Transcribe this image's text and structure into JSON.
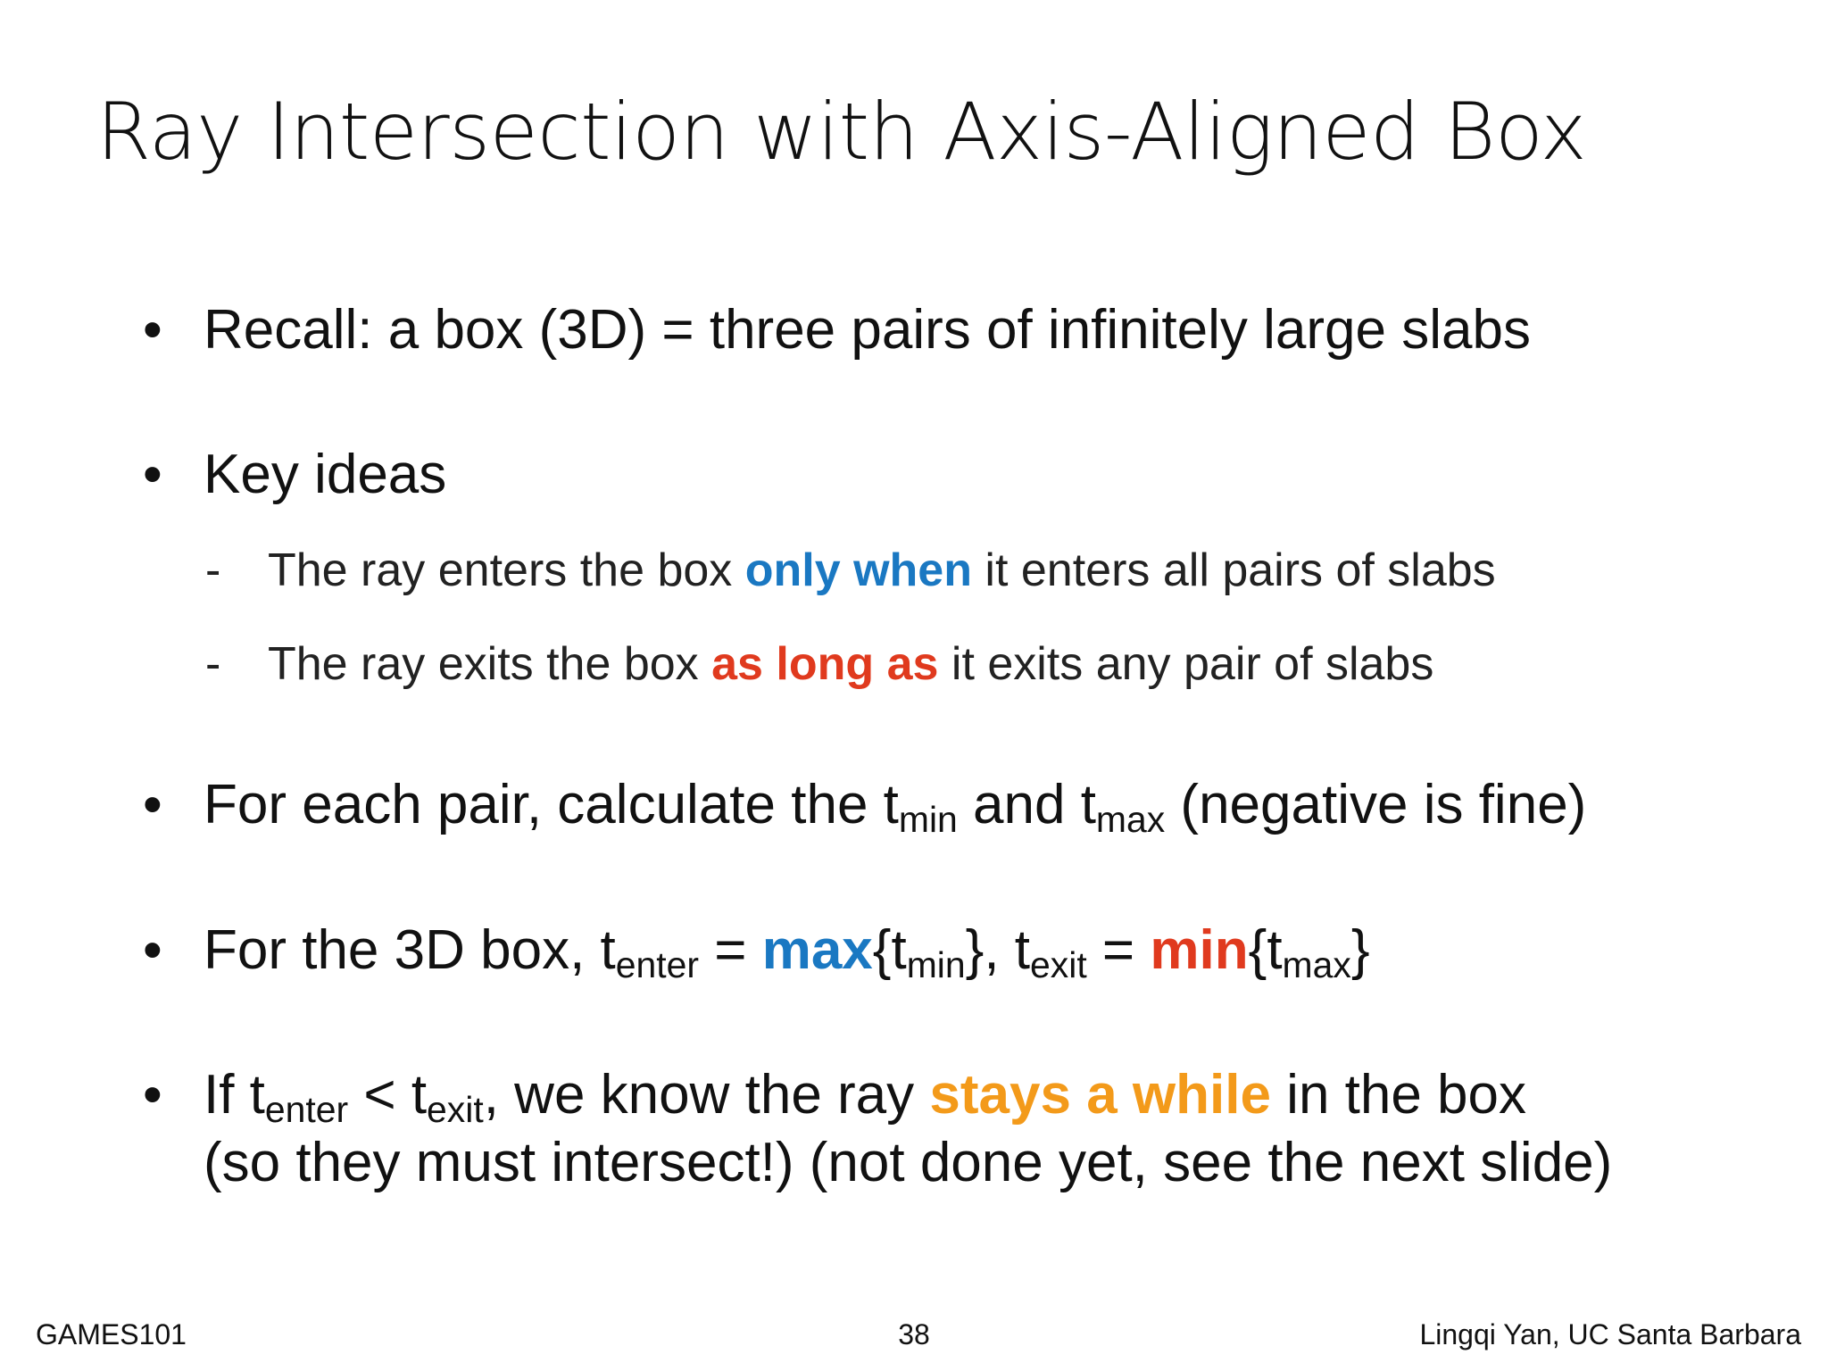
{
  "slide": {
    "title": "Ray Intersection with Axis-Aligned Box",
    "bullets": {
      "recall": "Recall: a box (3D) = three pairs of infinitely large slabs",
      "key_ideas": "Key ideas",
      "sub1": {
        "pre": "The ray enters the box ",
        "highlight": "only when",
        "post": " it enters all pairs of slabs"
      },
      "sub2": {
        "pre": "The ray exits the box ",
        "highlight": "as long as",
        "post": " it exits any pair of slabs"
      },
      "each_pair": {
        "pre": "For each pair, calculate the t",
        "sub_min": "min",
        "mid": " and t",
        "sub_max": "max",
        "post": " (negative is fine)"
      },
      "box3d": {
        "pre": "For the 3D box, t",
        "sub_enter": "enter",
        "eq1": " = ",
        "max_word": "max",
        "brace1_open": "{t",
        "sub_min": "min",
        "brace1_close": "}, t",
        "sub_exit": "exit",
        "eq2": " = ",
        "min_word": "min",
        "brace2_open": "{t",
        "sub_max": "max",
        "brace2_close": "}"
      },
      "condition": {
        "pre": "If t",
        "sub_enter": "enter",
        "lt": " < t",
        "sub_exit": "exit",
        "mid": ", we know the ray ",
        "highlight": "stays a while",
        "post": " in the box",
        "line2": "(so they must intersect!) (not done yet, see the next slide)"
      }
    },
    "colors": {
      "blue": "#1a78c2",
      "red": "#e03a1e",
      "orange": "#f39a1a"
    }
  },
  "footer": {
    "left": "GAMES101",
    "page_number": "38",
    "right": "Lingqi Yan, UC Santa Barbara"
  }
}
